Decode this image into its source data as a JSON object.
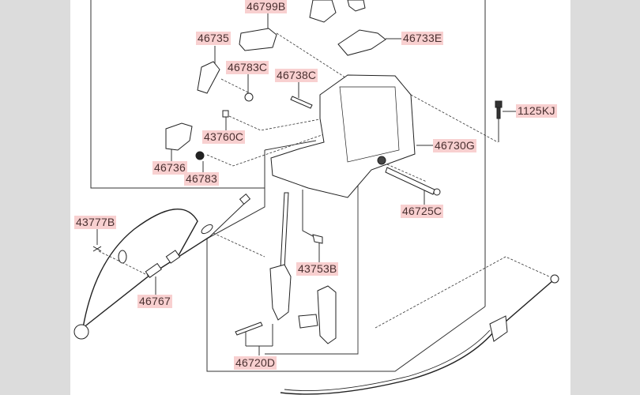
{
  "diagram": {
    "title": "Shift Lever Assembly Parts Diagram",
    "colors": {
      "background": "#dcdcdc",
      "paper": "#ffffff",
      "label_fill": "#f8d0d0",
      "label_text": "#4a3030",
      "line": "#333333"
    },
    "part_labels": [
      {
        "id": "46799B",
        "text": "46799B"
      },
      {
        "id": "46733E",
        "text": "46733E"
      },
      {
        "id": "46735",
        "text": "46735"
      },
      {
        "id": "46783C",
        "text": "46783C"
      },
      {
        "id": "46738C",
        "text": "46738C"
      },
      {
        "id": "1125KJ",
        "text": "1125KJ"
      },
      {
        "id": "43760C",
        "text": "43760C"
      },
      {
        "id": "46730G",
        "text": "46730G"
      },
      {
        "id": "46736",
        "text": "46736"
      },
      {
        "id": "46783",
        "text": "46783"
      },
      {
        "id": "46725C",
        "text": "46725C"
      },
      {
        "id": "43777B",
        "text": "43777B"
      },
      {
        "id": "43753B",
        "text": "43753B"
      },
      {
        "id": "46767",
        "text": "46767"
      },
      {
        "id": "46720D",
        "text": "46720D"
      }
    ]
  }
}
